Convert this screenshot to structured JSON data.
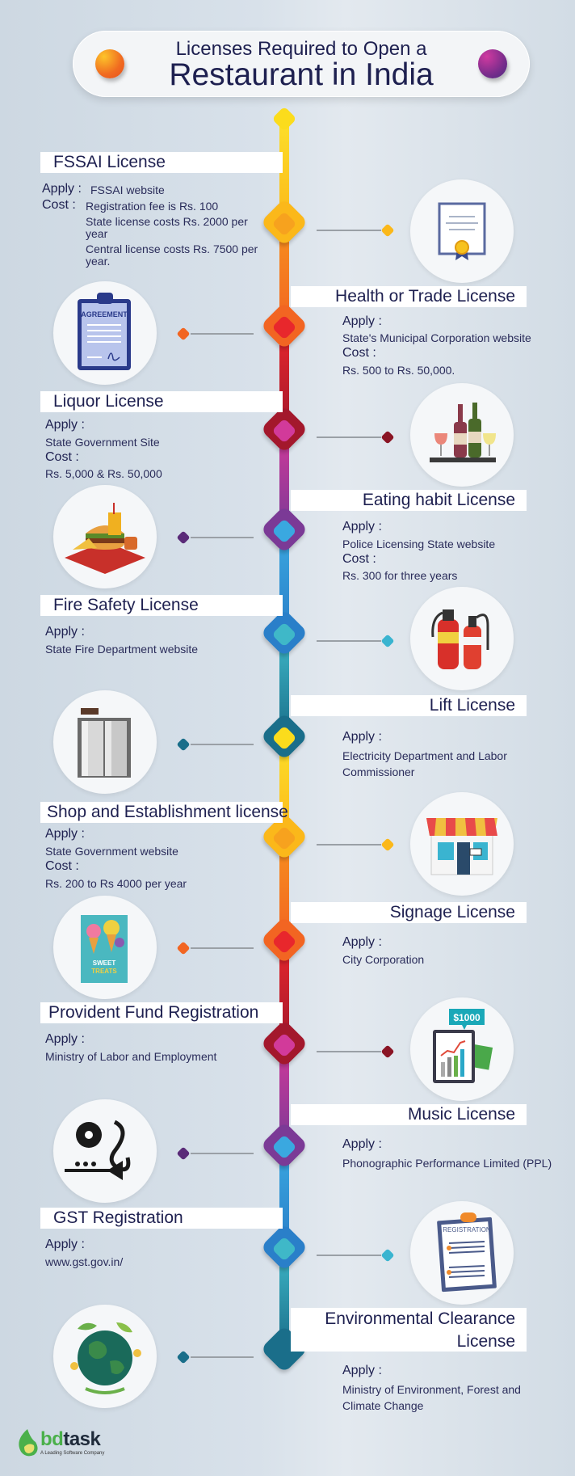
{
  "header": {
    "line1": "Licenses Required to Open a",
    "line2": "Restaurant in India"
  },
  "labels": {
    "apply": "Apply :",
    "cost": "Cost :"
  },
  "sections": [
    {
      "title": "FSSAI License",
      "apply": "FSSAI website",
      "cost": [
        "Registration fee is Rs. 100",
        "State license costs Rs. 2000 per year",
        "Central license costs Rs. 7500 per year."
      ],
      "side": "left",
      "icon": "certificate-icon",
      "color": "#fbb81a"
    },
    {
      "title": "Health or Trade License",
      "apply": "State's Municipal Corporation website",
      "cost": "Rs. 500 to Rs. 50,000.",
      "side": "right",
      "icon": "agreement-clipboard-icon",
      "color": "#f26522"
    },
    {
      "title": "Liquor License",
      "apply": "State Government Site",
      "cost": "Rs. 5,000 & Rs. 50,000",
      "side": "left",
      "icon": "wine-bottles-icon",
      "color": "#a3182c"
    },
    {
      "title": "Eating habit License",
      "apply": "Police Licensing State website",
      "cost": "Rs. 300 for three years",
      "side": "right",
      "icon": "fast-food-icon",
      "color": "#7b3a96"
    },
    {
      "title": "Fire Safety License",
      "apply": "State Fire Department website",
      "side": "left",
      "icon": "fire-extinguisher-icon",
      "color": "#2a7fc9"
    },
    {
      "title": "Lift License",
      "apply": "Electricity Department and Labor Commissioner",
      "side": "right",
      "icon": "elevator-icon",
      "color": "#1a6e8a"
    },
    {
      "title": "Shop and Establishment license",
      "apply": "State Government website",
      "cost": "Rs. 200 to Rs 4000 per year",
      "side": "left",
      "icon": "storefront-icon",
      "color": "#fbb81a"
    },
    {
      "title": "Signage License",
      "apply": "City Corporation",
      "side": "right",
      "icon": "sweet-treats-sign-icon",
      "color": "#f26522"
    },
    {
      "title": "Provident Fund Registration",
      "apply": "Ministry of Labor and Employment",
      "side": "left",
      "icon": "finance-chart-icon",
      "color": "#a3182c"
    },
    {
      "title": "Music License",
      "apply": "Phonographic Performance Limited (PPL)",
      "side": "right",
      "icon": "music-instruments-icon",
      "color": "#7b3a96"
    },
    {
      "title": "GST Registration",
      "apply": "www.gst.gov.in/",
      "side": "left",
      "icon": "registration-clipboard-icon",
      "color": "#2a7fc9"
    },
    {
      "title": "Environmental Clearance License",
      "apply": "Ministry of Environment, Forest and Climate Change",
      "side": "right",
      "icon": "earth-globe-icon",
      "color": "#1a6e8a"
    }
  ],
  "icon_text": {
    "agreement": "AGREEMENT",
    "sweet": "SWEET",
    "treats": "TREATS",
    "price": "$1000",
    "registration": "REGISTRATION"
  },
  "footer": {
    "brand": "bdtask",
    "tagline": "A Leading Software Company"
  }
}
